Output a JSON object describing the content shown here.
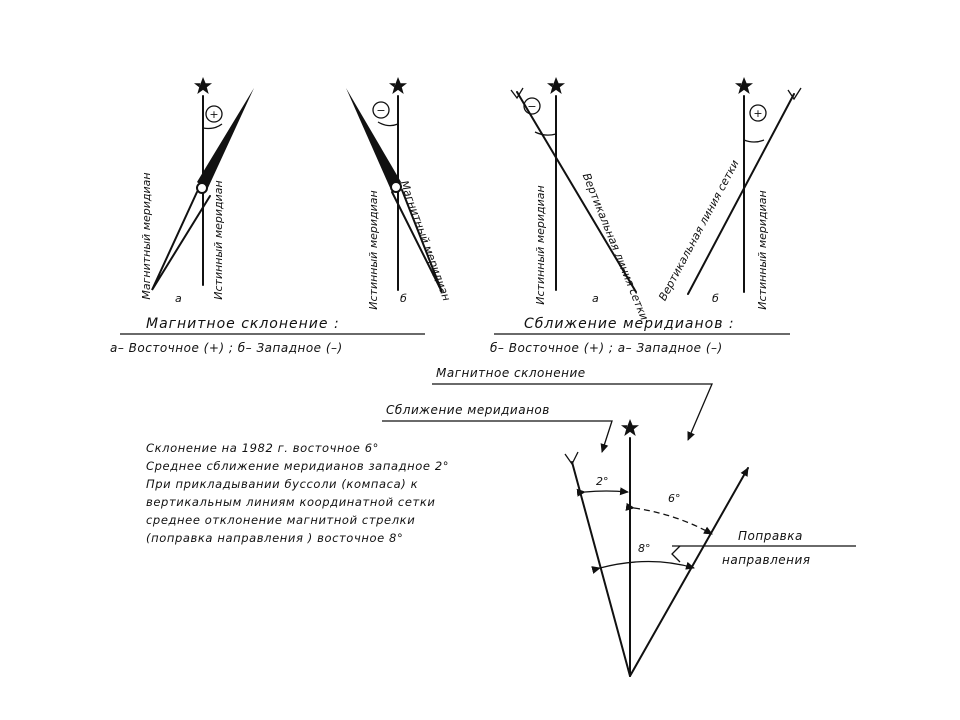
{
  "panel_left": {
    "a": {
      "sign": "+",
      "label_magnetic": "Магнитный меридиан",
      "label_true": "Истинный меридиан",
      "letter": "а"
    },
    "b": {
      "sign": "−",
      "label_true": "Истинный меридиан",
      "label_magnetic": "Магнитный меридиан",
      "letter": "б"
    },
    "caption": "Магнитное склонение :",
    "subcaption": "а– Восточное (+) ; б– Западное (–)"
  },
  "panel_right": {
    "a": {
      "sign": "−",
      "label_true": "Истинный меридиан",
      "label_grid": "Вертикальная линия сетки",
      "letter": "а"
    },
    "b": {
      "sign": "+",
      "label_grid": "Вертикальная линия сетки",
      "label_true": "Истинный меридиан",
      "letter": "б"
    },
    "caption": "Сближение меридианов :",
    "subcaption": "б– Восточное (+) ; а– Западное (–)"
  },
  "bottom": {
    "label_declination": "Магнитное склонение",
    "label_convergence": "Сближение меридианов",
    "notes": [
      "Склонение на 1982 г. восточное 6°",
      "Среднее сближение меридианов западное 2°",
      "При прикладывании буссоли (компаса) к",
      "вертикальным линиям координатной сетки",
      "среднее отклонение магнитной стрелки",
      "(поправка направления ) восточное 8°"
    ],
    "angle_2": "2°",
    "angle_6": "6°",
    "angle_8": "8°",
    "label_correction_1": "Поправка",
    "label_correction_2": "направления"
  }
}
